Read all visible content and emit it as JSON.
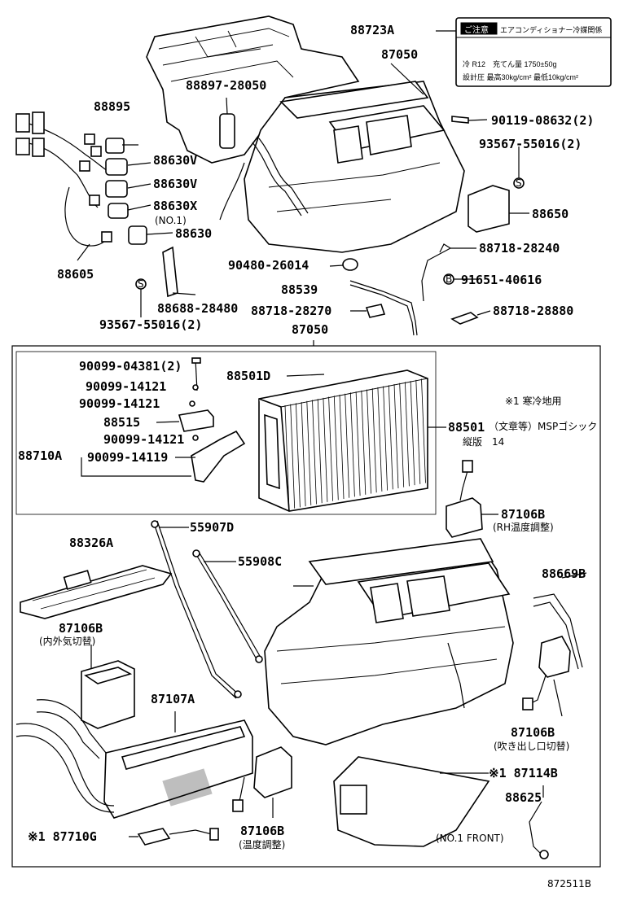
{
  "labels": {
    "p88723A": "88723A",
    "p87050_top": "87050",
    "p88897": "88897-28050",
    "p90119": "90119-08632(2)",
    "p93567_r": "93567-55016(2)",
    "p88650": "88650",
    "p88895": "88895",
    "p88630V_1": "88630V",
    "p88630V_2": "88630V",
    "p88630X": "88630X",
    "p_no1": "(NO.1)",
    "p88630": "88630",
    "p88605": "88605",
    "p90480": "90480-26014",
    "p88718_28240": "88718-28240",
    "p91651": "91651-40616",
    "p88539": "88539",
    "p88688": "88688-28480",
    "p88718_28270": "88718-28270",
    "p93567_l": "93567-55016(2)",
    "p88718_28880": "88718-28880",
    "p87050_mid": "87050",
    "p90099_04381": "90099-04381(2)",
    "p90099_14121_a": "90099-14121",
    "p90099_14121_b": "90099-14121",
    "p88515": "88515",
    "p90099_14121_c": "90099-14121",
    "p88710A": "88710A",
    "p90099_14119": "90099-14119",
    "p88501D": "88501D",
    "p88501": "88501",
    "note1": "※1 寒冷地用",
    "note_font": "（文章等）MSPゴシック",
    "note_font2": "縦版　14",
    "p87106B_rh": "87106B",
    "p87106B_rh_sub": "(RH温度調整)",
    "p88326A": "88326A",
    "p55907D": "55907D",
    "p55908C": "55908C",
    "p88669B": "88669B",
    "p87106B_in": "87106B",
    "p87106B_in_sub": "(内外気切替)",
    "p87107A": "87107A",
    "p87106B_out": "87106B",
    "p87106B_out_sub": "(吹き出し口切替)",
    "p87114B": "※1 87114B",
    "p88625": "88625",
    "p88625_sub": "(NO.1 FRONT)",
    "p87710G": "※1 87710G",
    "p87106B_temp": "87106B",
    "p87106B_temp_sub": "(温度調整)",
    "figure_id": "872511B",
    "sym_s1": "S",
    "sym_s2": "S",
    "sym_b": "B"
  },
  "caution_label": {
    "title": "ご注意",
    "subtitle": "エアコンディショナー冷媒関係",
    "row1": "冷 R12　充てん量 1750±50g",
    "row2": "設計圧 最高30kg/cm² 最低10kg/cm²"
  }
}
